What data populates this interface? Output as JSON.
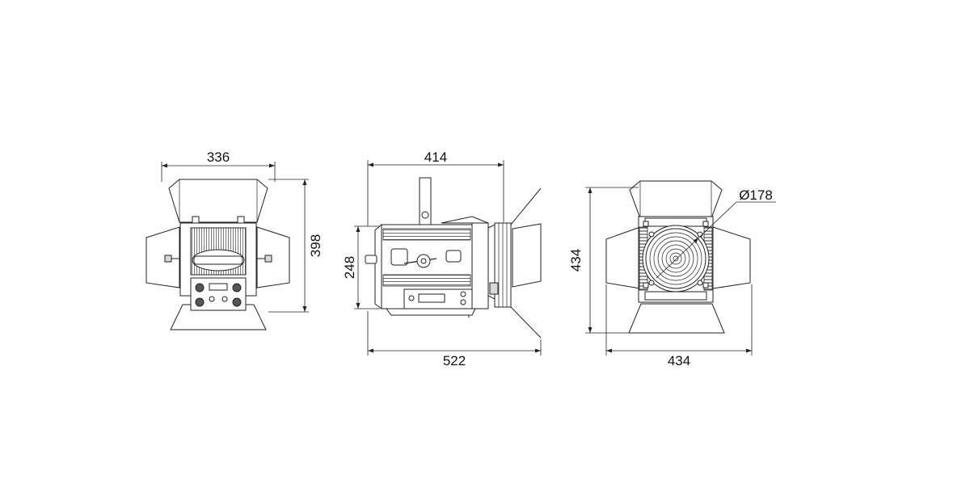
{
  "dimensions": {
    "front_width": "336",
    "front_height": "398",
    "side_top_width": "414",
    "side_body_height": "248",
    "side_total_length": "522",
    "rear_height": "434",
    "rear_width": "434",
    "lens_diameter": "Ø178"
  },
  "colors": {
    "line": "#222222",
    "background": "#ffffff",
    "fill_gray": "#d8d8d8"
  }
}
